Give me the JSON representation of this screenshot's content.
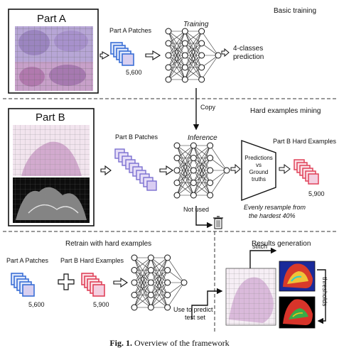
{
  "sections": {
    "basic_training": "Basic training",
    "hard_examples_mining": "Hard examples mining",
    "retrain": "Retrain with hard examples",
    "results_generation": "Results generation"
  },
  "part_a": {
    "title": "Part A",
    "patches_label": "Part A Patches",
    "patches_count": "5,600"
  },
  "training": {
    "label": "Training",
    "output_line1": "4-classes",
    "output_line2": "prediction"
  },
  "copy_label": "Copy",
  "part_b": {
    "title": "Part B",
    "patches_label": "Part B Patches"
  },
  "inference": {
    "label": "Inference",
    "not_used": "Not used"
  },
  "comparison": {
    "line1": "Predictions",
    "line2": "vs",
    "line3": "Ground",
    "line4": "truths"
  },
  "hard_examples": {
    "label": "Part B Hard Examples",
    "count": "5,900",
    "resample_line1": "Evenly resample from",
    "resample_line2": "the hardest 40%"
  },
  "retrain": {
    "part_a_label": "Part A Patches",
    "part_a_count": "5,600",
    "part_b_label": "Part B Hard Examples",
    "part_b_count": "5,900",
    "use_line1": "Use to predict",
    "use_line2": "test set"
  },
  "results": {
    "stitch": "stitch",
    "thresholds": "thresholds"
  },
  "caption": {
    "prefix": "Fig. 1.",
    "text": "Overview of the framework"
  },
  "colors": {
    "part_a_patch": "#3b6fd6",
    "part_b_patch": "#7b6fd0",
    "hard_patch": "#e0435a",
    "tissue": "#c9a3d6"
  }
}
